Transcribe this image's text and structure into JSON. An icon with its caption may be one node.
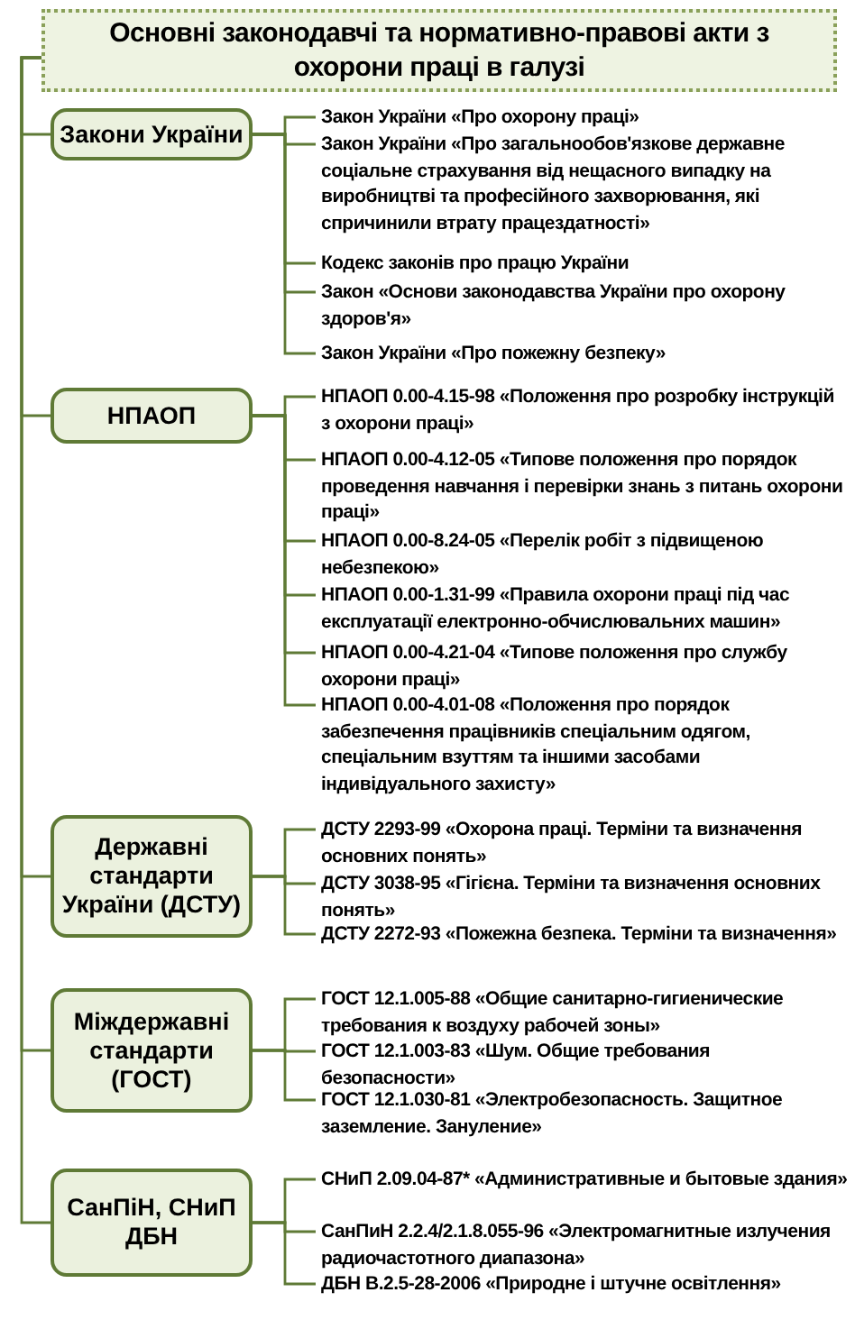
{
  "diagram": {
    "nodes": [
      {
        "text": [
          "Основні законодавчі та нормативно-правові акти з охорони праці в галузі"
        ]
      },
      {
        "text": [
          "Закони України"
        ]
      },
      {
        "text": [
          "Закон України «Про охорону праці»"
        ]
      },
      {
        "text": [
          "Закон України «Про загальнообов'язкове державне соціальне страхування від нещасного випадку на виробництві та професійного захворювання, які спричинили втрату працездатності»"
        ]
      },
      {
        "text": [
          "Кодекс законів про працю України"
        ]
      },
      {
        "text": [
          "Закон «Основи законодавства України про охорону здоров'я»"
        ]
      },
      {
        "text": [
          "Закон України «Про пожежну безпеку»"
        ]
      },
      {
        "text": [
          "НПАОП"
        ]
      },
      {
        "text": [
          "НПАОП 0.00-4.15-98 «Положення про розробку інструкцій з охорони праці»"
        ]
      },
      {
        "text": [
          "НПАОП 0.00-4.12-05 «Типове положення про порядок проведення навчання і перевірки знань з питань охорони праці»"
        ]
      },
      {
        "text": [
          "НПАОП 0.00-8.24-05 «Перелік робіт з підвищеною небезпекою»"
        ]
      },
      {
        "text": [
          "НПАОП 0.00-1.31-99 «Правила охорони праці під час експлуатації електронно-обчислювальних машин»"
        ]
      },
      {
        "text": [
          "НПАОП 0.00-4.21-04 «Типове положення про службу охорони праці»"
        ]
      },
      {
        "text": [
          "НПАОП 0.00-4.01-08 «Положення про порядок забезпечення працівників спеціальним одягом, спеціальним взуттям та іншими засобами індивідуального захисту»"
        ]
      },
      {
        "text": [
          "Державні стандарти України (ДСТУ)"
        ]
      },
      {
        "text": [
          "ДСТУ 2293-99 «Охорона праці. Терміни та визначення основних понять»"
        ]
      },
      {
        "text": [
          "ДСТУ 3038-95 «Гігієна. Терміни та визначення основних понять»"
        ]
      },
      {
        "text": [
          "ДСТУ 2272-93 «Пожежна безпека. Терміни та визначення»"
        ]
      },
      {
        "text": [
          "Міждержавні стандарти (ГОСТ)"
        ]
      },
      {
        "text": [
          "ГОСТ 12.1.005-88 «Общие санитарно-гигиенические требования к воздуху рабочей зоны»"
        ]
      },
      {
        "text": [
          "ГОСТ 12.1.003-83 «Шум. Общие требования безопасности»"
        ]
      },
      {
        "text": [
          "ГОСТ 12.1.030-81 «Электробезопасность. Защитное заземление. Зануление»"
        ]
      },
      {
        "text": [
          "СанПіН, СНиП ДБН"
        ]
      },
      {
        "text": [
          "СНиП 2.09.04-87* «Административные и бытовые здания»"
        ]
      },
      {
        "text": [
          "СанПиН 2.2.4/2.1.8.055-96 «Электромагнитные излучения радиочастотного диапазона»"
        ]
      },
      {
        "text": [
          "ДБН В.2.5-28-2006 «Природне і штучне освітлення»"
        ]
      }
    ],
    "edges": [
      {
        "from": 0,
        "to": 1,
        "arrow": "none"
      },
      {
        "from": 0,
        "to": 7,
        "arrow": "none"
      },
      {
        "from": 0,
        "to": 14,
        "arrow": "none"
      },
      {
        "from": 0,
        "to": 18,
        "arrow": "none"
      },
      {
        "from": 0,
        "to": 22,
        "arrow": "none"
      },
      {
        "from": 1,
        "to": 2,
        "arrow": "none"
      },
      {
        "from": 1,
        "to": 3,
        "arrow": "none"
      },
      {
        "from": 1,
        "to": 4,
        "arrow": "none"
      },
      {
        "from": 1,
        "to": 5,
        "arrow": "none"
      },
      {
        "from": 1,
        "to": 6,
        "arrow": "none"
      },
      {
        "from": 7,
        "to": 8,
        "arrow": "none"
      },
      {
        "from": 7,
        "to": 9,
        "arrow": "none"
      },
      {
        "from": 7,
        "to": 10,
        "arrow": "none"
      },
      {
        "from": 7,
        "to": 11,
        "arrow": "none"
      },
      {
        "from": 7,
        "to": 12,
        "arrow": "none"
      },
      {
        "from": 7,
        "to": 13,
        "arrow": "none"
      },
      {
        "from": 14,
        "to": 15,
        "arrow": "none"
      },
      {
        "from": 14,
        "to": 16,
        "arrow": "none"
      },
      {
        "from": 14,
        "to": 17,
        "arrow": "none"
      },
      {
        "from": 18,
        "to": 19,
        "arrow": "none"
      },
      {
        "from": 18,
        "to": 20,
        "arrow": "none"
      },
      {
        "from": 18,
        "to": 21,
        "arrow": "none"
      },
      {
        "from": 22,
        "to": 23,
        "arrow": "none"
      },
      {
        "from": 22,
        "to": 24,
        "arrow": "none"
      },
      {
        "from": 22,
        "to": 25,
        "arrow": "none"
      }
    ]
  }
}
